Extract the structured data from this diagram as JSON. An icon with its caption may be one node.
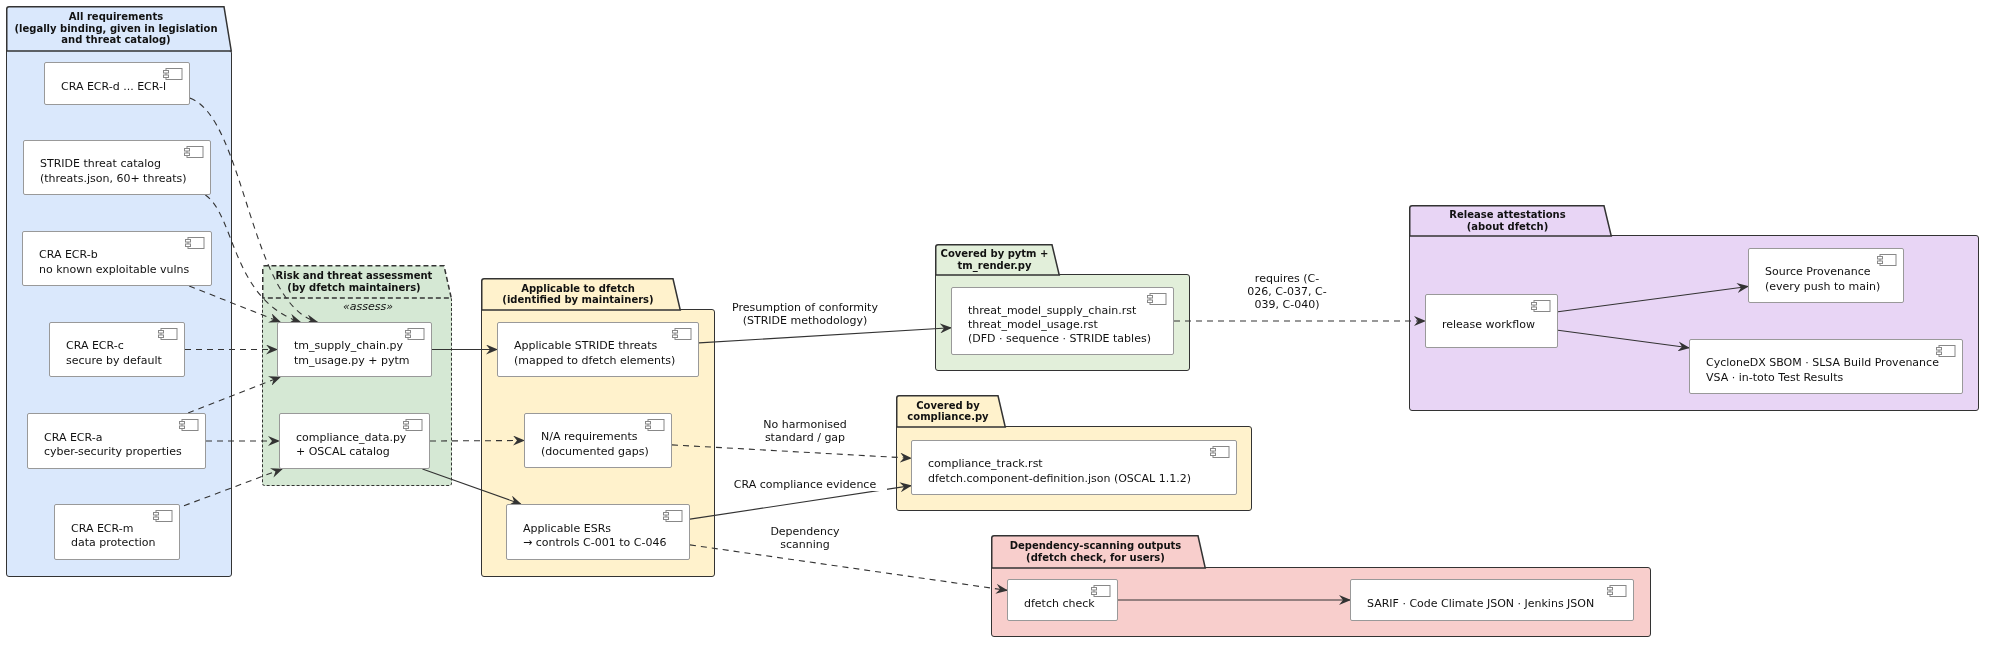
{
  "diagram": {
    "nodes": [
      {
        "text": [
          "All requirements",
          "(legally binding, given in legislation and threat catalog)"
        ]
      },
      {
        "text": [
          "CRA ECR-d ... ECR-l"
        ],
        "in": 0
      },
      {
        "text": [
          "STRIDE threat catalog",
          "(threats.json, 60+ threats)"
        ],
        "in": 0
      },
      {
        "text": [
          "CRA ECR-b",
          "no known exploitable vulns"
        ],
        "in": 0
      },
      {
        "text": [
          "CRA ECR-c",
          "secure by default"
        ],
        "in": 0
      },
      {
        "text": [
          "CRA ECR-a",
          "cyber-security properties"
        ],
        "in": 0
      },
      {
        "text": [
          "CRA ECR-m",
          "data protection"
        ],
        "in": 0
      },
      {
        "text": [
          "Risk and threat assessment",
          "(by dfetch maintainers)"
        ]
      },
      {
        "text": [
          "tm_supply_chain.py",
          "tm_usage.py + pytm"
        ],
        "in": 7
      },
      {
        "text": [
          "compliance_data.py",
          "+ OSCAL catalog"
        ],
        "in": 7
      },
      {
        "text": [
          "Applicable to dfetch",
          "(identified by maintainers)"
        ]
      },
      {
        "text": [
          "Applicable STRIDE threats",
          "(mapped to dfetch elements)"
        ],
        "in": 10
      },
      {
        "text": [
          "N/A requirements",
          "(documented gaps)"
        ],
        "in": 10
      },
      {
        "text": [
          "Applicable ESRs",
          "→ controls C-001 to C-046"
        ],
        "in": 10
      },
      {
        "text": [
          "Covered by pytm + tm_render.py"
        ]
      },
      {
        "text": [
          "threat_model_supply_chain.rst",
          "threat_model_usage.rst",
          "(DFD · sequence · STRIDE tables)"
        ],
        "in": 14
      },
      {
        "text": [
          "Release attestations",
          "(about dfetch)"
        ]
      },
      {
        "text": [
          "release workflow"
        ],
        "in": 16
      },
      {
        "text": [
          "Source Provenance",
          "(every push to main)"
        ],
        "in": 16
      },
      {
        "text": [
          "CycloneDX SBOM · SLSA Build Provenance",
          "VSA · in-toto Test Results"
        ],
        "in": 16
      },
      {
        "text": [
          "Covered by compliance.py"
        ]
      },
      {
        "text": [
          "compliance_track.rst",
          "dfetch.component-definition.json (OSCAL 1.1.2)"
        ],
        "in": 20
      },
      {
        "text": [
          "Dependency-scanning outputs",
          "(dfetch check, for users)"
        ]
      },
      {
        "text": [
          "dfetch check"
        ],
        "in": 22
      },
      {
        "text": [
          "SARIF · Code Climate JSON · Jenkins JSON"
        ],
        "in": 22
      }
    ],
    "edges": [
      {
        "from": 1,
        "to": 8,
        "arrow": "to",
        "style": "dashed"
      },
      {
        "from": 2,
        "to": 8,
        "arrow": "to",
        "style": "dashed"
      },
      {
        "from": 3,
        "to": 8,
        "arrow": "to",
        "style": "dashed"
      },
      {
        "from": 4,
        "to": 8,
        "arrow": "to",
        "style": "dashed"
      },
      {
        "from": 5,
        "to": 8,
        "arrow": "to",
        "style": "dashed"
      },
      {
        "from": 5,
        "to": 9,
        "arrow": "to",
        "style": "dashed"
      },
      {
        "from": 6,
        "to": 9,
        "arrow": "to",
        "style": "dashed"
      },
      {
        "from": 8,
        "to": 11,
        "arrow": "to"
      },
      {
        "from": 9,
        "to": 12,
        "arrow": "to",
        "style": "dashed"
      },
      {
        "from": 9,
        "to": 13,
        "arrow": "to"
      },
      {
        "from": 11,
        "to": 15,
        "arrow": "to",
        "label": "Presumption of conformity (STRIDE methodology)"
      },
      {
        "from": 12,
        "to": 21,
        "arrow": "to",
        "style": "dashed",
        "label": "No harmonised standard / gap"
      },
      {
        "from": 13,
        "to": 21,
        "arrow": "to",
        "label": "CRA compliance evidence"
      },
      {
        "from": 13,
        "to": 23,
        "arrow": "to",
        "style": "dashed",
        "label": "Dependency scanning"
      },
      {
        "from": 15,
        "to": 17,
        "arrow": "to",
        "style": "dashed",
        "label": "requires (C-026, C-037, C-039, C-040)"
      },
      {
        "from": 17,
        "to": 18,
        "arrow": "to"
      },
      {
        "from": 17,
        "to": 19,
        "arrow": "to"
      },
      {
        "from": 23,
        "to": 24,
        "arrow": "to"
      }
    ],
    "labels": [
      "«assess»"
    ]
  }
}
